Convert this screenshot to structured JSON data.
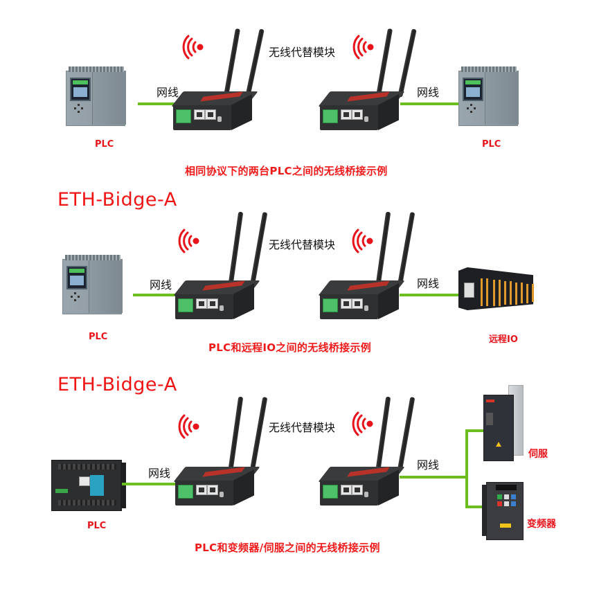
{
  "colors": {
    "title_red": "#f01414",
    "caption_red": "#f01a1a",
    "cable_green": "#6cbe1e",
    "wifi_red": "#e8141c",
    "text_black": "#111111",
    "background": "#ffffff"
  },
  "sections": [
    {
      "title": "",
      "left_device": {
        "type": "siemens-plc",
        "label": "PLC"
      },
      "left_cable_label": "网线",
      "bridge_label": "无线代替模块",
      "right_cable_label": "网线",
      "right_device": {
        "type": "siemens-plc",
        "label": "PLC"
      },
      "caption": "相同协议下的两台PLC之间的无线桥接示例"
    },
    {
      "title": "ETH-Bidge-A",
      "left_device": {
        "type": "siemens-plc",
        "label": "PLC"
      },
      "left_cable_label": "网线",
      "bridge_label": "无线代替模块",
      "right_cable_label": "网线",
      "right_device": {
        "type": "remote-io",
        "label": "远程IO"
      },
      "caption": "PLC和远程IO之间的无线桥接示例"
    },
    {
      "title": "ETH-Bidge-A",
      "left_device": {
        "type": "compact-plc",
        "label": "PLC"
      },
      "left_cable_label": "网线",
      "bridge_label": "无线代替模块",
      "right_cable_label": "网线",
      "right_devices": [
        {
          "type": "servo-drive",
          "label": "伺服"
        },
        {
          "type": "frequency-inverter",
          "label": "变频器"
        }
      ],
      "caption": "PLC和变频器/伺服之间的无线桥接示例"
    }
  ],
  "icons": {
    "wifi": "wifi-signal-icon",
    "router": "wireless-router-icon",
    "plc": "plc-icon"
  }
}
